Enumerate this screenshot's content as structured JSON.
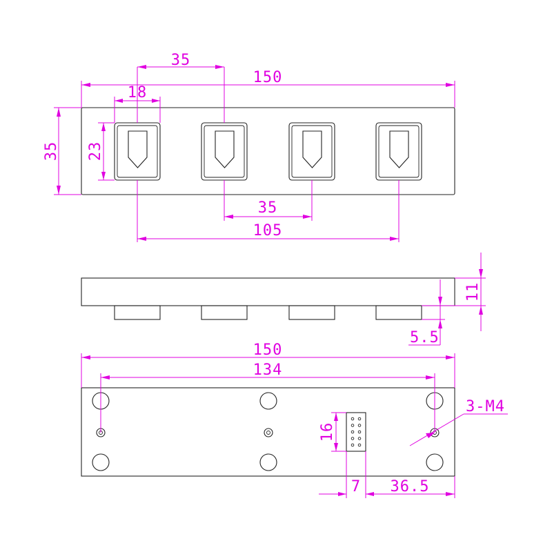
{
  "colors": {
    "dimension": "#e000e0",
    "outline": "#222222",
    "background": "#ffffff"
  },
  "top_view": {
    "key_count": 4,
    "dims": {
      "key_pitch": "35",
      "overall_width": "150",
      "key_width": "18",
      "key_height": "23",
      "panel_height": "35",
      "key_pitch_lower": "35",
      "outer_key_span": "105"
    }
  },
  "side_view": {
    "dims": {
      "total_thickness": "11",
      "key_protrusion": "5.5"
    }
  },
  "bottom_view": {
    "dims": {
      "overall_width": "150",
      "hole_spacing": "134",
      "connector_height": "16",
      "connector_width": "7",
      "connector_offset": "36.5"
    },
    "hole_callout": "3-M4",
    "connector_pins": {
      "columns": 2,
      "rows": 5
    }
  }
}
